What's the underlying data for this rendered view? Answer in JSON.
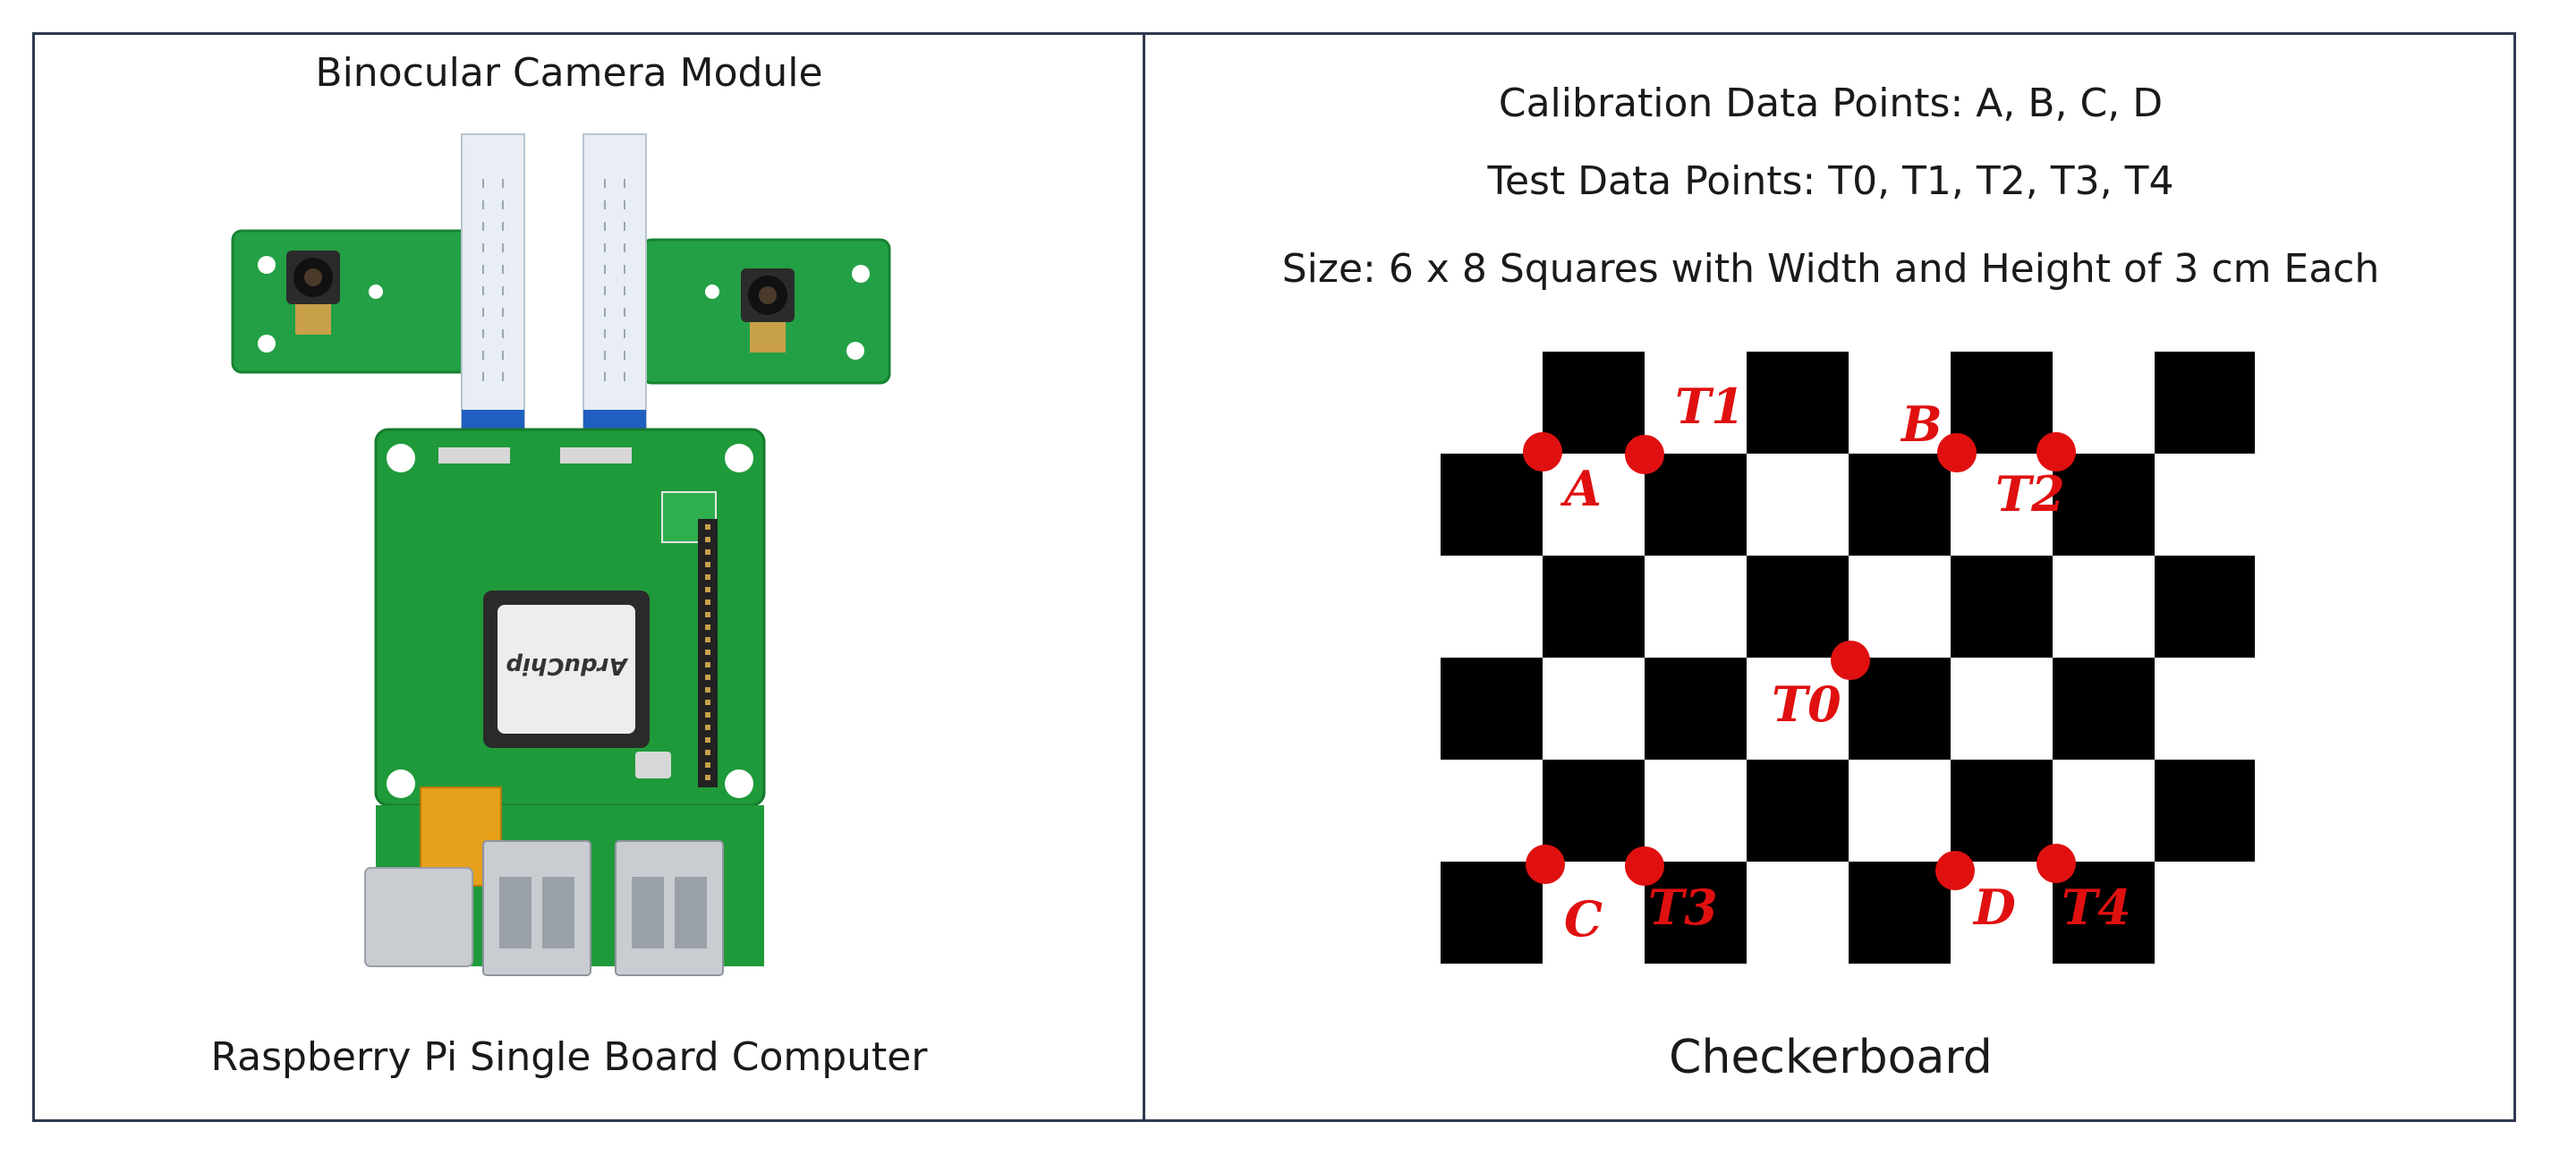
{
  "left": {
    "title": "Binocular Camera Module",
    "caption": "Raspberry Pi Single Board Computer",
    "chip_label": "ArduChip"
  },
  "right": {
    "calibration_line": "Calibration Data Points: A, B, C, D",
    "test_line": "Test Data Points: T0, T1, T2, T3, T4",
    "size_line": "Size: 6 x 8 Squares with Width and Height of 3 cm Each",
    "caption": "Checkerboard",
    "points": {
      "A": "A",
      "B": "B",
      "C": "C",
      "D": "D",
      "T0": "T0",
      "T1": "T1",
      "T2": "T2",
      "T3": "T3",
      "T4": "T4"
    }
  },
  "colors": {
    "frame": "#2f3a4f",
    "pcb_green": "#1f9a3a",
    "marker_red": "#e01010",
    "square_black": "#000000"
  }
}
